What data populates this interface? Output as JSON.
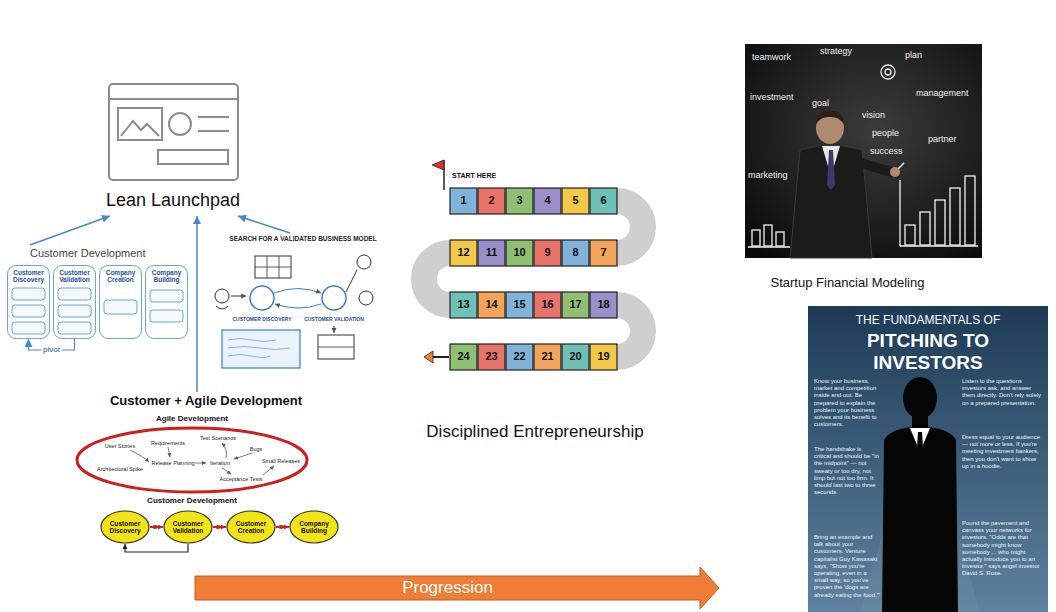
{
  "diagram": {
    "nodes": [
      {
        "text": [
          "Lean Launchpad"
        ]
      },
      {
        "text": [
          "Customer Development"
        ]
      },
      {
        "text": [
          "Customer Discovery"
        ],
        "in": 1
      },
      {
        "text": [
          "Customer Validation"
        ],
        "in": 1
      },
      {
        "text": [
          "Company Creation"
        ],
        "in": 1
      },
      {
        "text": [
          "Company Building"
        ],
        "in": 1
      },
      {
        "text": [
          "SEARCH FOR A VALIDATED BUSINESS MODEL"
        ]
      },
      {
        "text": [
          "Customer + Agile Development"
        ]
      },
      {
        "text": [
          "Agile Development"
        ],
        "in": 7
      },
      {
        "text": [
          "Customer Discovery"
        ],
        "in": 7
      },
      {
        "text": [
          "Customer Validation"
        ],
        "in": 7
      },
      {
        "text": [
          "Customer Creation"
        ],
        "in": 7
      },
      {
        "text": [
          "Company Building"
        ],
        "in": 7
      },
      {
        "text": [
          "Disciplined Entrepreneurship"
        ]
      },
      {
        "text": [
          "Startup Financial Modeling"
        ]
      },
      {
        "text": [
          "THE FUNDAMENTALS OF",
          "PITCHING TO INVESTORS",
          "Know your business, market and competition inside and out. Be prepared to explain the problem your business solves and its benefit to customers.",
          "Listen to the questions investors ask, and answer them directly. Don't rely solely on a prepared presentation.",
          "The handshake is critical and should be \"in the midpoint\" — not sweaty or too dry, not limp but not too firm. It should last two to three seconds.",
          "Dress equal to your audience — not more or less. If you're meeting investment bankers, then you don't want to show up in a hoodie.",
          "Pound the pavement and canvass your networks for investors. \"Odds are that somebody might know somebody ... who might actually introduce you to an investor,\" says angel investor David S. Rose.",
          "Bring an example and talk about your customers. Venture capitalist Guy Kawasaki says, \"Show you're operating, even in a small way, so you've proven the 'dogs are already eating the food.'\""
        ]
      },
      {
        "text": [
          "Progression"
        ]
      }
    ],
    "edges": [
      {
        "from": 3,
        "to": 2,
        "label": "pivot",
        "arrow": "to"
      },
      {
        "from": 1,
        "to": 0,
        "arrow": "to"
      },
      {
        "from": 6,
        "to": 0,
        "arrow": "to"
      },
      {
        "from": 7,
        "to": 0,
        "arrow": "to"
      },
      {
        "from": 9,
        "to": 10,
        "arrow": "to"
      },
      {
        "from": 10,
        "to": 11,
        "arrow": "to"
      },
      {
        "from": 11,
        "to": 12,
        "arrow": "to"
      },
      {
        "from": 10,
        "to": 9,
        "arrow": "to"
      }
    ],
    "labels": [
      "CUSTOMER DISCOVERY",
      "CUSTOMER VALIDATION",
      "User Stories",
      "Requirements",
      "Test Scenarios",
      "Bugs",
      "Architectural Spike",
      "Release Planning",
      "Iteration",
      "Acceptance Tests",
      "Small Releases",
      "Customer Development",
      "START HERE",
      "1",
      "2",
      "3",
      "4",
      "5",
      "6",
      "7",
      "8",
      "9",
      "10",
      "11",
      "12",
      "13",
      "14",
      "15",
      "16",
      "17",
      "18",
      "19",
      "20",
      "21",
      "22",
      "23",
      "24",
      "teamwork",
      "strategy",
      "plan",
      "investment",
      "goal",
      "vision",
      "management",
      "people",
      "success",
      "partner",
      "marketing"
    ]
  }
}
